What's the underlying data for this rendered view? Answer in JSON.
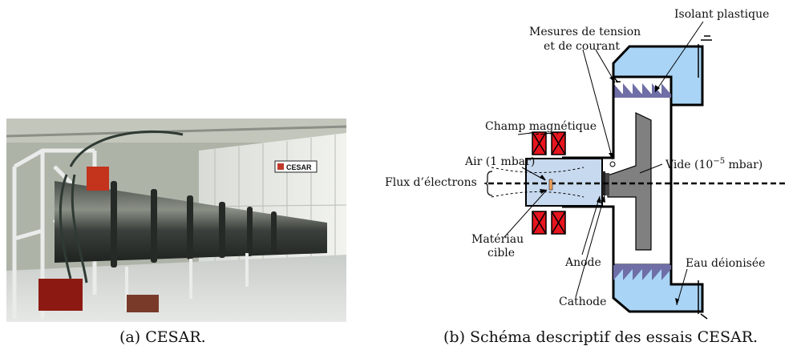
{
  "captions": {
    "a": "(a) CESAR.",
    "b": "(b) Schéma descriptif des essais CESAR."
  },
  "photo": {
    "sign_text": "CESAR"
  },
  "schematic": {
    "labels": {
      "isolant": "Isolant plastique",
      "mesures_1": "Mesures de tension",
      "mesures_2": "et de courant",
      "champ": "Champ magnétique",
      "air": "Air (1 mbar)",
      "vide_prefix": "Vide (10",
      "vide_exp": "−5",
      "vide_suffix": " mbar)",
      "flux": "Flux d’électrons",
      "materiau_1": "Matériau",
      "materiau_2": "cible",
      "anode": "Anode",
      "cathode": "Cathode",
      "eau": "Eau déionisée"
    },
    "colors": {
      "light_blue": "#a9d4f5",
      "target_blue": "#c7d9ee",
      "coil_red": "#e8141e",
      "gray": "#808080",
      "insulator_purple": "#6f6ea6",
      "target_orange": "#f2a35e"
    }
  }
}
